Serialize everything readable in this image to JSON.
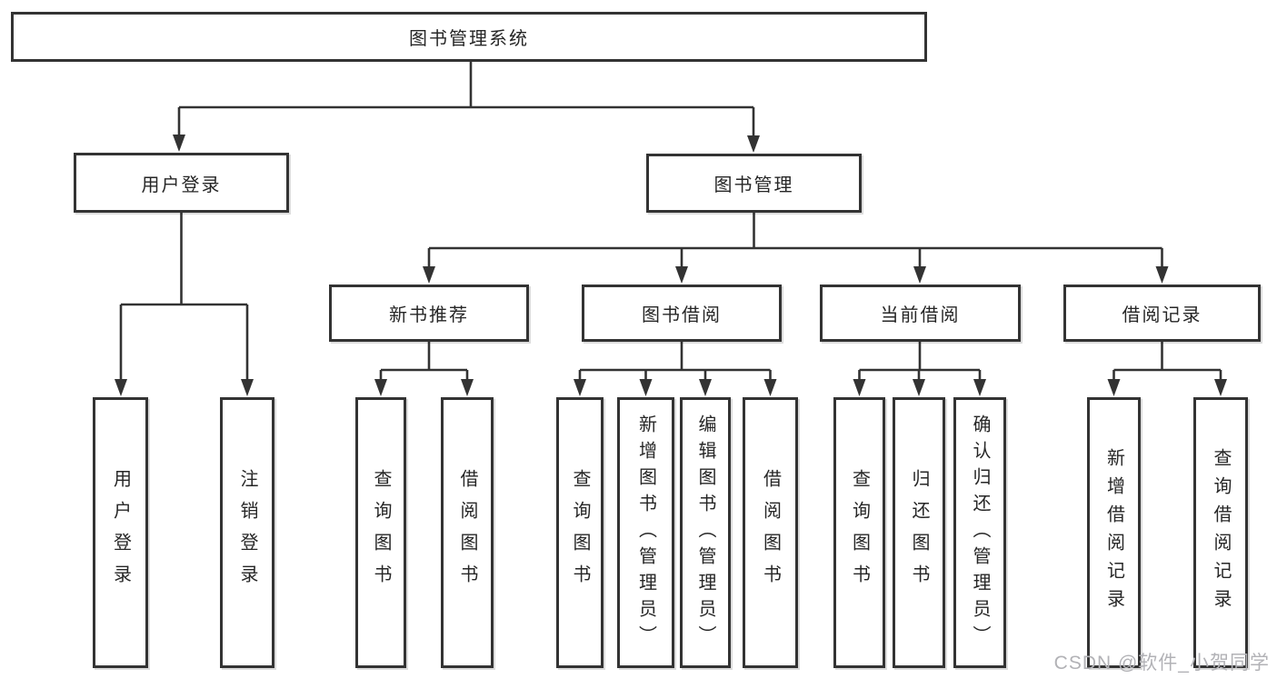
{
  "diagram": {
    "root": {
      "label": "图书管理系统"
    },
    "branches": [
      {
        "label": "用户登录",
        "children": [
          {
            "label": "用户登录"
          },
          {
            "label": "注销登录"
          }
        ]
      },
      {
        "label": "图书管理",
        "children": [
          {
            "label": "新书推荐",
            "children": [
              {
                "label": "查询图书"
              },
              {
                "label": "借阅图书"
              }
            ]
          },
          {
            "label": "图书借阅",
            "children": [
              {
                "label": "查询图书"
              },
              {
                "label": "新增图书（管理员）"
              },
              {
                "label": "编辑图书（管理员）"
              },
              {
                "label": "借阅图书"
              }
            ]
          },
          {
            "label": "当前借阅",
            "children": [
              {
                "label": "查询图书"
              },
              {
                "label": "归还图书"
              },
              {
                "label": "确认归还（管理员）"
              }
            ]
          },
          {
            "label": "借阅记录",
            "children": [
              {
                "label": "新增借阅记录"
              },
              {
                "label": "查询借阅记录"
              }
            ]
          }
        ]
      }
    ]
  },
  "watermark": {
    "text": "CSDN @软件_小贺同学"
  },
  "colors": {
    "line": "#333333",
    "box_border": "#333333",
    "text": "#262626",
    "watermark": "#b2b2b6",
    "background": "#ffffff"
  }
}
